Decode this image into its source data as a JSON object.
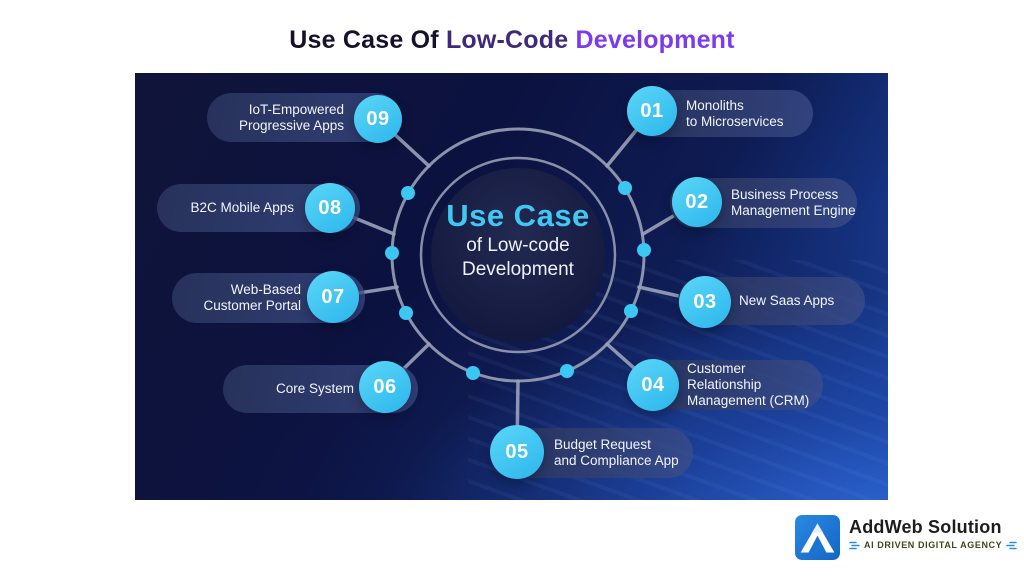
{
  "title": {
    "part1": "Use Case Of ",
    "part2": "Low-Code ",
    "part3": "Development"
  },
  "center": {
    "line1": "Use Case",
    "line2": "of Low-code",
    "line3": "Development"
  },
  "items": [
    {
      "number": "01",
      "lines": [
        "Monoliths",
        "to Microservices"
      ]
    },
    {
      "number": "02",
      "lines": [
        "Business Process",
        "Management Engine"
      ]
    },
    {
      "number": "03",
      "lines": [
        "New Saas Apps"
      ]
    },
    {
      "number": "04",
      "lines": [
        "Customer Relationship",
        "Management (CRM)"
      ]
    },
    {
      "number": "05",
      "lines": [
        "Budget Request",
        "and Compliance App"
      ]
    },
    {
      "number": "06",
      "lines": [
        "Core System"
      ]
    },
    {
      "number": "07",
      "lines": [
        "Web-Based",
        "Customer Portal"
      ]
    },
    {
      "number": "08",
      "lines": [
        "B2C Mobile Apps"
      ]
    },
    {
      "number": "09",
      "lines": [
        "IoT-Empowered",
        "Progressive Apps"
      ]
    }
  ],
  "logo": {
    "name": "AddWeb Solution",
    "tagline": "AI DRIVEN DIGITAL AGENCY"
  },
  "colors": {
    "accent_cyan": "#3cc7f3",
    "title_purple": "#7c3aed",
    "panel_dark": "#0c1240",
    "panel_blue": "#2057bd",
    "wire_gray": "#9aa1b6",
    "logo_blue": "#1a74d0"
  }
}
